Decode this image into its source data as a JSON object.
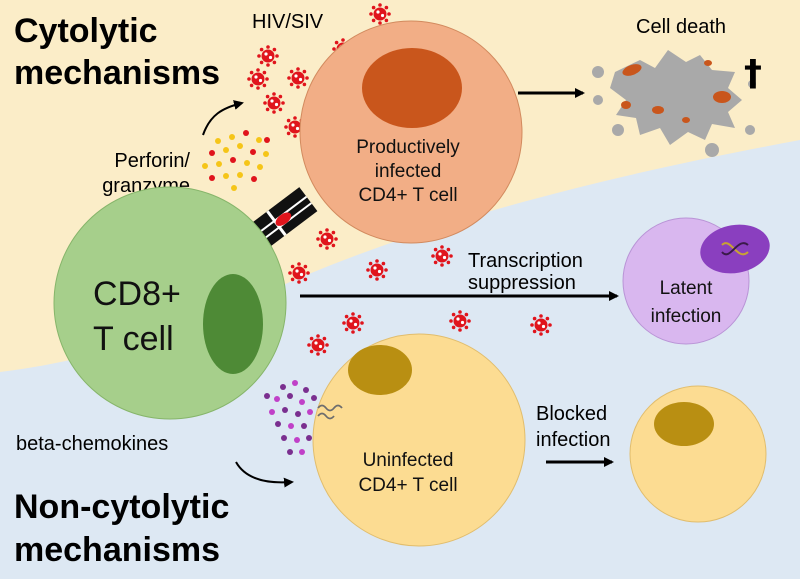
{
  "titles": {
    "cytolytic_line1": "Cytolytic",
    "cytolytic_line2": "mechanisms",
    "noncytolytic_line1": "Non-cytolytic",
    "noncytolytic_line2": "mechanisms"
  },
  "labels": {
    "virus": "HIV/SIV",
    "cell_death": "Cell death",
    "dagger": "†",
    "perforin_line1": "Perforin/",
    "perforin_line2": "granzyme",
    "infected_line1": "Productively",
    "infected_line2": "infected",
    "infected_line3": "CD4+ T cell",
    "cd8_line1": "CD8+",
    "cd8_line2": "T cell",
    "transcription_line1": "Transcription",
    "transcription_line2": "suppression",
    "latent_line1": "Latent",
    "latent_line2": "infection",
    "chemokines": "beta-chemokines",
    "uninfected_line1": "Uninfected",
    "uninfected_line2": "CD4+ T cell",
    "blocked_line1": "Blocked",
    "blocked_line2": "infection"
  },
  "colors": {
    "cytolytic_bg": "#fbedc8",
    "noncytolytic_bg": "#dde8f3",
    "infected_cell": "#f2ae86",
    "infected_nucleus": "#c9561c",
    "cd8_cell": "#a6cf8b",
    "cd8_nucleus": "#4e8a36",
    "latent_cell": "#d9b7ef",
    "latent_nucleus": "#8a3fbf",
    "uninfected_cell": "#fcdc92",
    "uninfected_nucleus": "#b98f12",
    "virus": "#e0141c",
    "dead_cell": "#a9a9a9"
  }
}
